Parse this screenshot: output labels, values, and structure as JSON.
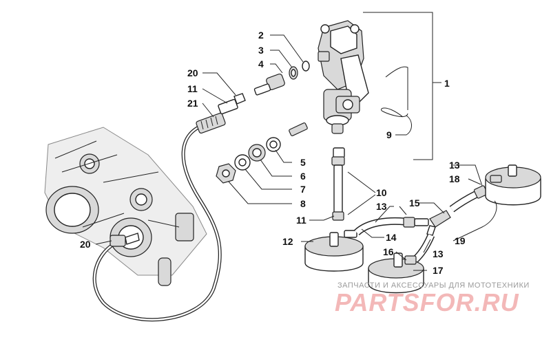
{
  "diagram": {
    "callouts": [
      {
        "id": "c-1",
        "label": "1"
      },
      {
        "id": "c-2",
        "label": "2"
      },
      {
        "id": "c-3",
        "label": "3"
      },
      {
        "id": "c-4",
        "label": "4"
      },
      {
        "id": "c-20a",
        "label": "20"
      },
      {
        "id": "c-11a",
        "label": "11"
      },
      {
        "id": "c-21",
        "label": "21"
      },
      {
        "id": "c-9",
        "label": "9"
      },
      {
        "id": "c-5",
        "label": "5"
      },
      {
        "id": "c-6",
        "label": "6"
      },
      {
        "id": "c-7",
        "label": "7"
      },
      {
        "id": "c-8",
        "label": "8"
      },
      {
        "id": "c-10",
        "label": "10"
      },
      {
        "id": "c-11b",
        "label": "11"
      },
      {
        "id": "c-13a",
        "label": "13"
      },
      {
        "id": "c-18",
        "label": "18"
      },
      {
        "id": "c-13b",
        "label": "13"
      },
      {
        "id": "c-15",
        "label": "15"
      },
      {
        "id": "c-14",
        "label": "14"
      },
      {
        "id": "c-12",
        "label": "12"
      },
      {
        "id": "c-19",
        "label": "19"
      },
      {
        "id": "c-16",
        "label": "16"
      },
      {
        "id": "c-13c",
        "label": "13"
      },
      {
        "id": "c-17",
        "label": "17"
      },
      {
        "id": "c-20b",
        "label": "20"
      }
    ]
  },
  "watermark": {
    "subtitle": "ЗАПЧАСТИ И АКСЕССУАРЫ ДЛЯ МОТОТЕХНИКИ",
    "main": "PARTSFOR.RU"
  }
}
